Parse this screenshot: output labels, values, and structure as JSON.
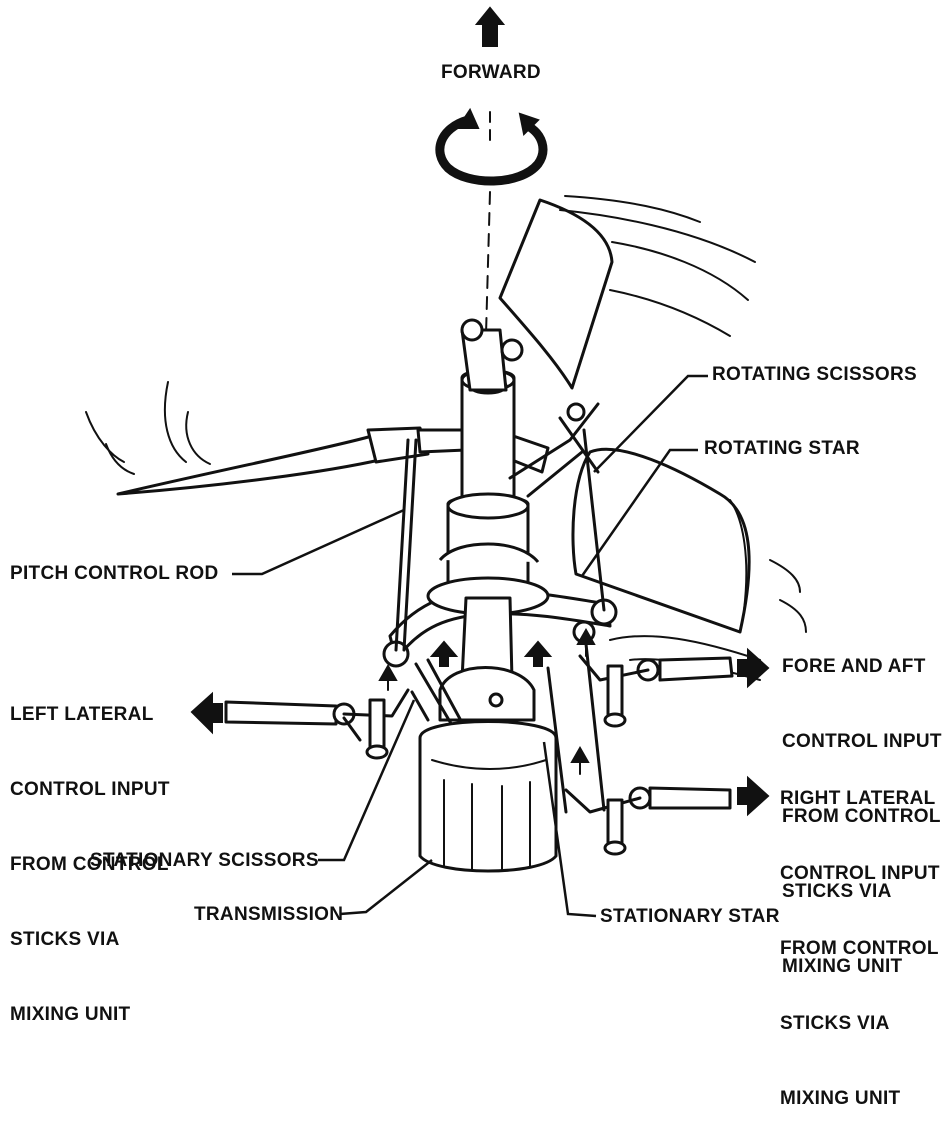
{
  "labels": {
    "forward": "FORWARD",
    "rotating_scissors": "ROTATING SCISSORS",
    "rotating_star": "ROTATING STAR",
    "pitch_control_rod": "PITCH CONTROL ROD",
    "fore_aft": [
      "FORE AND AFT",
      "CONTROL INPUT",
      "FROM CONTROL",
      "STICKS VIA",
      "MIXING UNIT"
    ],
    "left_lateral": [
      "LEFT LATERAL",
      "CONTROL INPUT",
      "FROM CONTROL",
      "STICKS VIA",
      "MIXING UNIT"
    ],
    "right_lateral": [
      "RIGHT LATERAL",
      "CONTROL INPUT",
      "FROM CONTROL",
      "STICKS VIA",
      "MIXING UNIT"
    ],
    "stationary_scissors": "STATIONARY SCISSORS",
    "transmission": "TRANSMISSION",
    "stationary_star": "STATIONARY STAR"
  },
  "icons": [
    "forward-arrow-icon",
    "rotation-arrow-icon",
    "left-input-arrow-icon",
    "fore-aft-input-arrow-icon",
    "right-input-arrow-icon"
  ]
}
